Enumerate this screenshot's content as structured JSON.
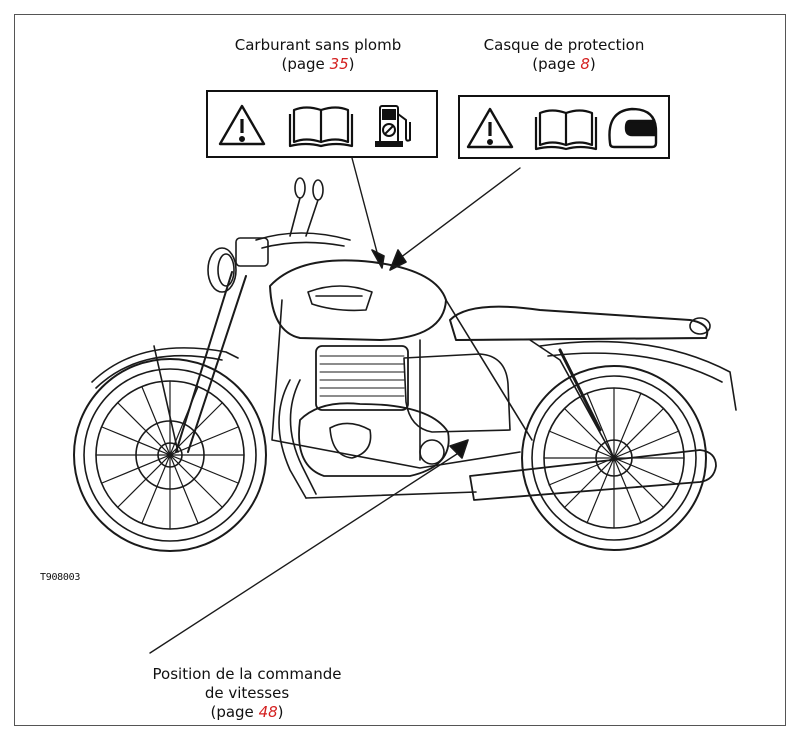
{
  "captions": {
    "fuel": {
      "text": "Carburant sans plomb",
      "page_prefix": "(page ",
      "page_num": "35",
      "page_suffix": ")"
    },
    "helmet": {
      "text": "Casque de protection",
      "page_prefix": "(page ",
      "page_num": "8",
      "page_suffix": ")"
    },
    "gear": {
      "line1": "Position de la commande",
      "line2": "de vitesses",
      "page_prefix": "(page ",
      "page_num": "48",
      "page_suffix": ")"
    }
  },
  "figure_code": "T908003",
  "icons": {
    "fuel_label": [
      "warning-icon",
      "manual-book-icon",
      "fuel-pump-icon"
    ],
    "helmet_label": [
      "warning-icon",
      "manual-book-icon",
      "helmet-icon"
    ]
  },
  "colors": {
    "page_ref": "#d42020"
  }
}
